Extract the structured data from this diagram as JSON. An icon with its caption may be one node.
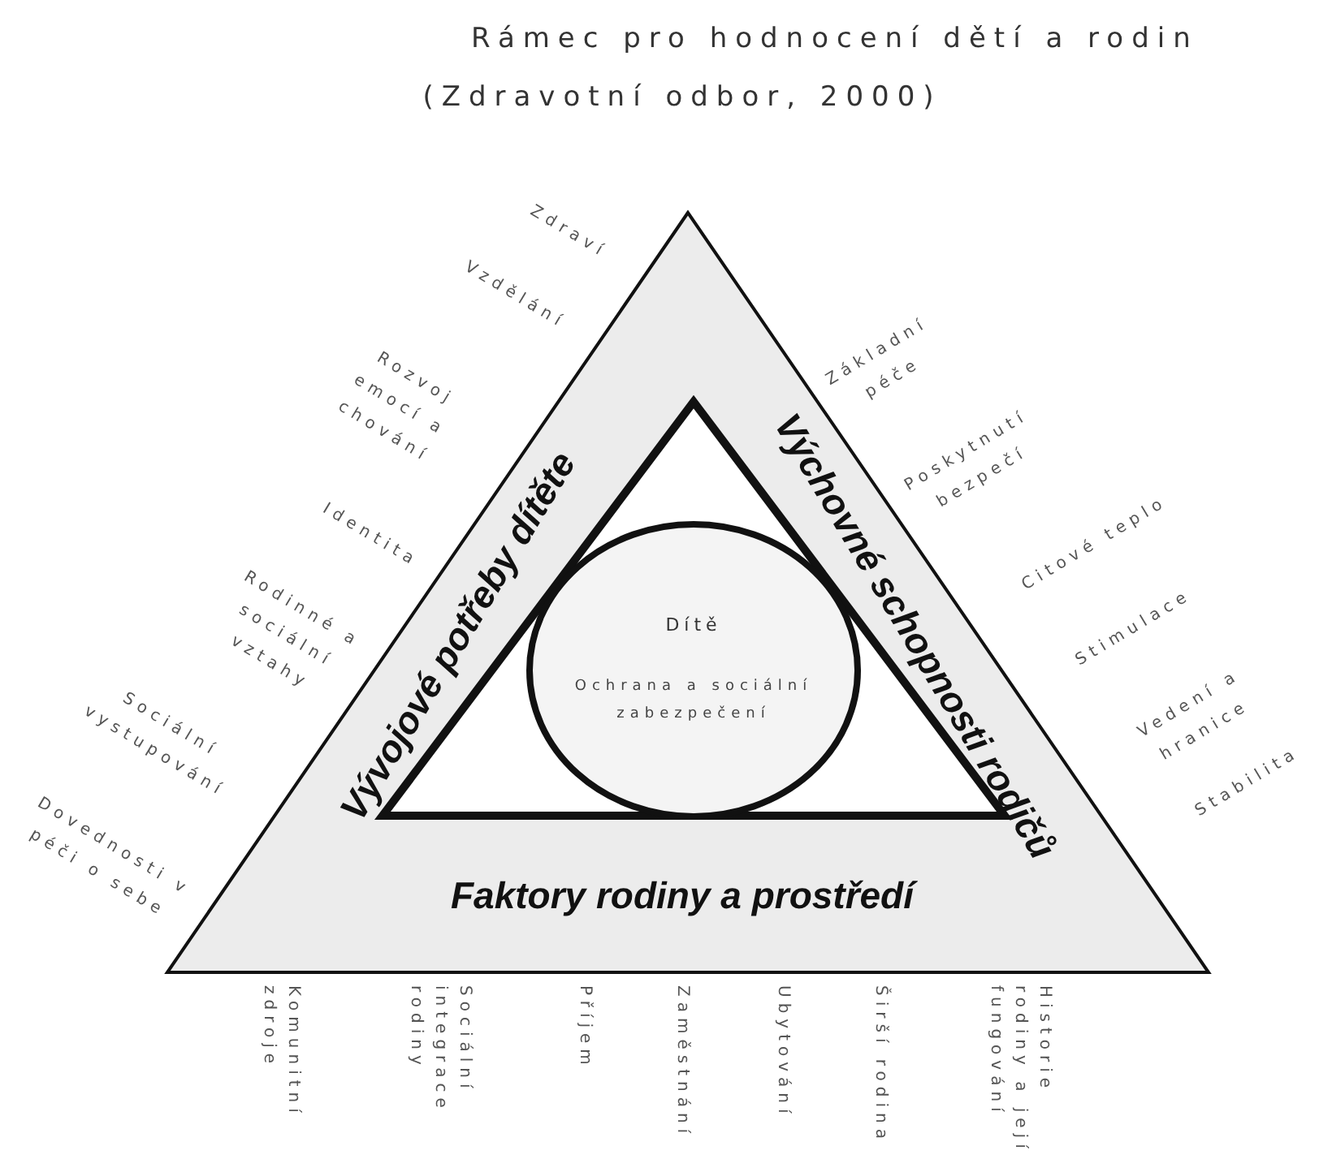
{
  "diagram": {
    "title": "Rámec pro hodnocení dětí a rodin",
    "nodes": [
      {
        "text": [
          "Vývojové potřeby dítěte",
          "Výchovné schopnosti rodičů",
          "Faktory rodiny a prostředí"
        ]
      },
      {
        "text": [],
        "shape": "triangle",
        "in": 0
      },
      {
        "text": [
          "Dítě",
          "Ochrana a sociální zabezpečení"
        ],
        "in": 1
      }
    ],
    "labels": [
      "(Zdravotní odbor, 2000)",
      "Zdraví",
      "Vzdělání",
      "Rozvoj emocí a chování",
      "Identita",
      "Rodinné a sociální vztahy",
      "Sociální vystupování",
      "Dovednosti v péči o sebe",
      "Základní péče",
      "Poskytnutí bezpečí",
      "Citové teplo",
      "Stimulace",
      "Vedení a hranice",
      "Stabilita",
      "Komunitní zdroje",
      "Sociální integrace rodiny",
      "Příjem",
      "Zaměstnání",
      "Ubytování",
      "Širší rodina",
      "Historie rodiny a její fungování"
    ]
  }
}
